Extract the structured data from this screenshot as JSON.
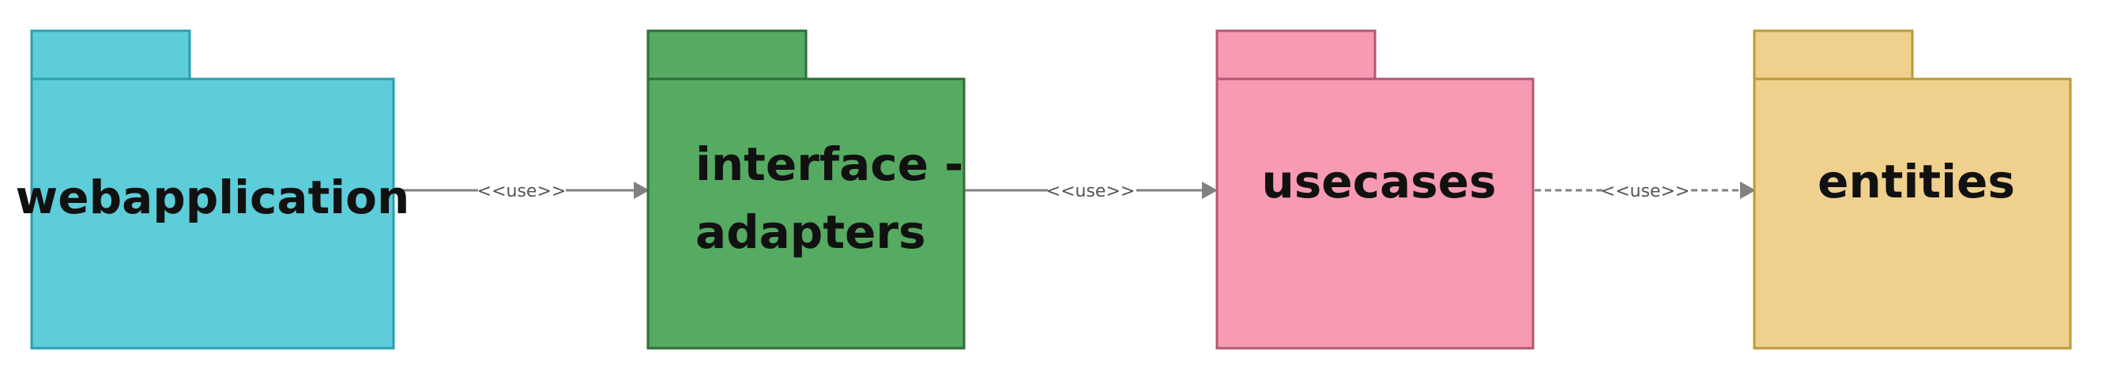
{
  "packages": [
    {
      "id": "webapplication",
      "lines": [
        "webapplication"
      ],
      "fill": "#5CCDD9",
      "stroke": "#2A9FAE"
    },
    {
      "id": "interface-adapters",
      "lines": [
        "interface -",
        "adapters"
      ],
      "fill": "#56AA62",
      "stroke": "#2E6E37"
    },
    {
      "id": "usecases",
      "lines": [
        "usecases"
      ],
      "fill": "#F89AB1",
      "stroke": "#B25773"
    },
    {
      "id": "entities",
      "lines": [
        "entities"
      ],
      "fill": "#F0D08D",
      "stroke": "#B99A3C"
    }
  ],
  "connectors": [
    {
      "from": "webapplication",
      "to": "interface-adapters",
      "label": "<<use>>",
      "style": "solid"
    },
    {
      "from": "interface-adapters",
      "to": "usecases",
      "label": "<<use>>",
      "style": "solid"
    },
    {
      "from": "usecases",
      "to": "entities",
      "label": "<<use>>",
      "style": "dashed"
    }
  ],
  "colors": {
    "connector": "#808080",
    "text": "#111111",
    "background": "#FFFFFF"
  }
}
